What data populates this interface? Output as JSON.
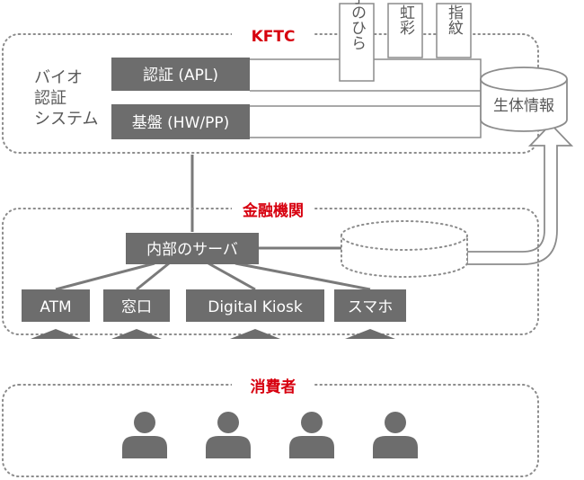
{
  "groups": {
    "kftc": "KFTC",
    "bank": "金融機関",
    "consumer": "消費者"
  },
  "bio_label": [
    "バイオ",
    "認証",
    "システム"
  ],
  "layers": {
    "auth": "認証 (APL)",
    "base": "基盤 (HW/PP)"
  },
  "modalities": [
    "手のひら",
    "虹彩",
    "指紋"
  ],
  "biometric_db": "生体情報",
  "internal_server": "内部のサーバ",
  "channels": [
    "ATM",
    "窓口",
    "Digital Kiosk",
    "スマホ"
  ],
  "colors": {
    "accent": "#d7000f",
    "box": "#6d6d6d",
    "line": "#7a7a7a"
  }
}
